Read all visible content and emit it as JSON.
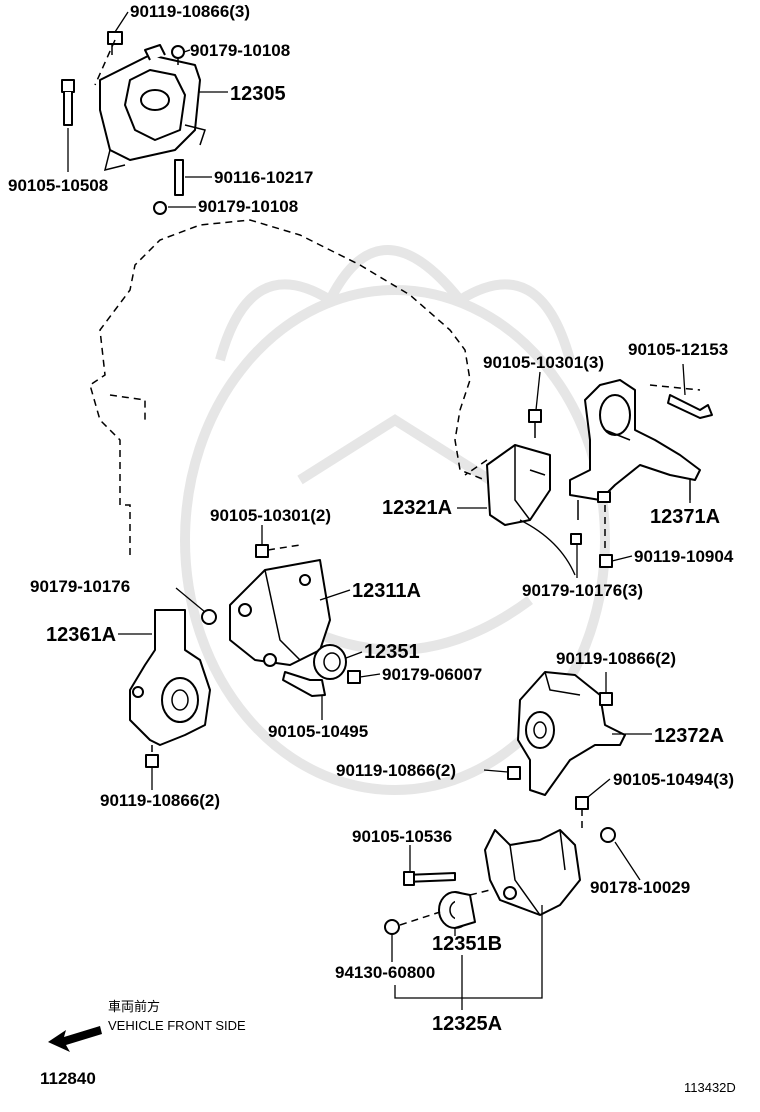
{
  "labels": {
    "p_90119_10866_3_top": "90119-10866(3)",
    "p_90179_10108_top": "90179-10108",
    "p_12305": "12305",
    "p_90105_10508": "90105-10508",
    "p_90116_10217": "90116-10217",
    "p_90179_10108_bot": "90179-10108",
    "p_90105_10301_3": "90105-10301(3)",
    "p_90105_12153": "90105-12153",
    "p_12321A": "12321A",
    "p_12371A": "12371A",
    "p_90105_10301_2": "90105-10301(2)",
    "p_90119_10904": "90119-10904",
    "p_90179_10176_3": "90179-10176(3)",
    "p_90179_10176": "90179-10176",
    "p_12311A": "12311A",
    "p_12361A": "12361A",
    "p_12351": "12351",
    "p_90179_06007": "90179-06007",
    "p_90105_10495": "90105-10495",
    "p_90119_10866_2_right": "90119-10866(2)",
    "p_12372A": "12372A",
    "p_90119_10866_2_left": "90119-10866(2)",
    "p_90119_10866_2_mid": "90119-10866(2)",
    "p_90105_10494_3": "90105-10494(3)",
    "p_90105_10536": "90105-10536",
    "p_90178_10029": "90178-10029",
    "p_12351B": "12351B",
    "p_94130_60800": "94130-60800",
    "p_12325A": "12325A"
  },
  "direction": {
    "japanese": "車両前方",
    "english": "VEHICLE FRONT SIDE"
  },
  "codes": {
    "left_code": "112840",
    "right_code": "113432D"
  },
  "icons": {
    "front_arrow": "arrow-left-icon"
  }
}
